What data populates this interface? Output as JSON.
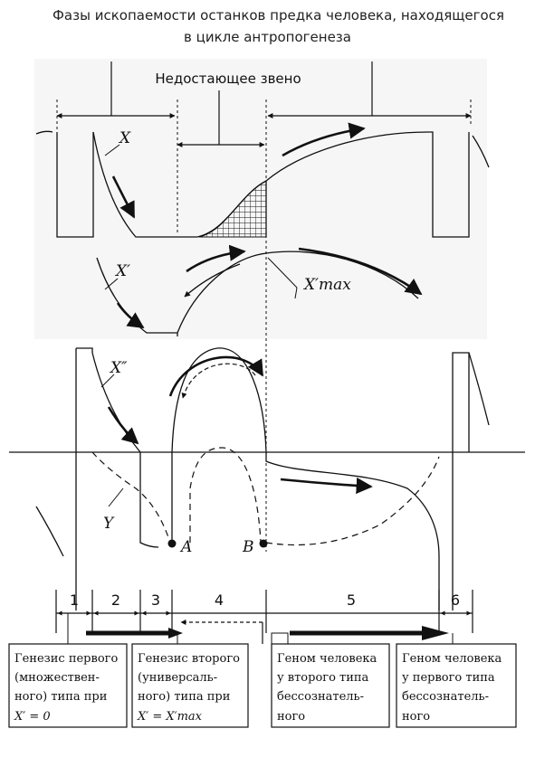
{
  "title": {
    "line1": "Фазы ископаемости останков предка человека, находящегося",
    "line2": "в цикле антропогенеза"
  },
  "missing_link_label": "Недостающее звено",
  "curve_labels": {
    "x": "X",
    "x_prime": "X′",
    "x_max": "X′max",
    "x_double_prime": "X″",
    "y": "Y",
    "point_a": "A",
    "point_b": "B"
  },
  "segments": [
    "1",
    "2",
    "3",
    "4",
    "5",
    "6"
  ],
  "boxes": [
    {
      "lines": [
        "Генезис первого",
        "(множествен-",
        "ного) типа при",
        "X′ = 0"
      ]
    },
    {
      "lines": [
        "Генезис второго",
        "(универсаль-",
        "ного) типа при",
        "X′ = X′max"
      ]
    },
    {
      "lines": [
        "Геном человека",
        "у второго типа",
        "бессознатель-",
        "ного"
      ]
    },
    {
      "lines": [
        "Геном человека",
        "у первого типа",
        "бессознатель-",
        "ного"
      ]
    }
  ]
}
